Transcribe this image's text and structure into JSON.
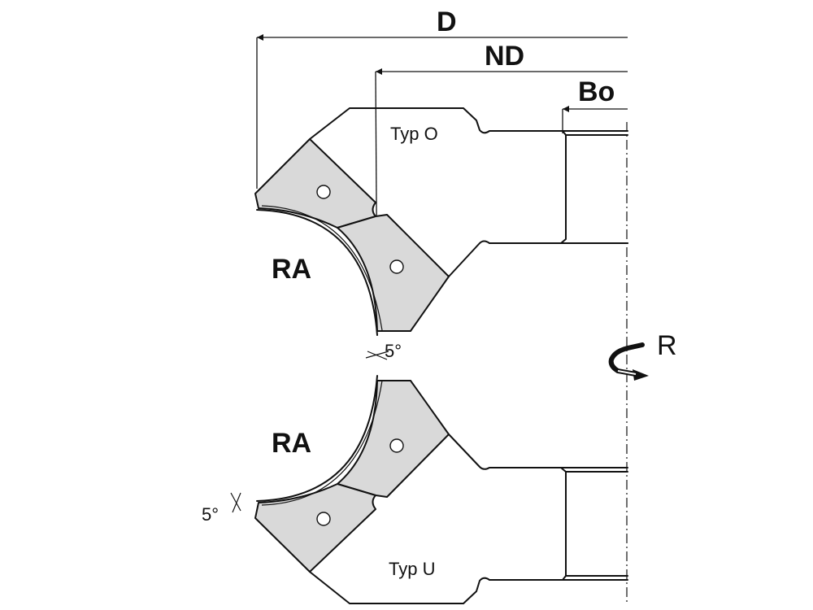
{
  "labels": {
    "outer_diameter": "D",
    "cutting_diameter": "ND",
    "bore": "Bo",
    "radius_top": "RA",
    "radius_bottom": "RA",
    "type_top": "Typ O",
    "type_bottom": "Typ U",
    "angle_top": "5°",
    "angle_bottom": "5°",
    "rotation": "R"
  }
}
